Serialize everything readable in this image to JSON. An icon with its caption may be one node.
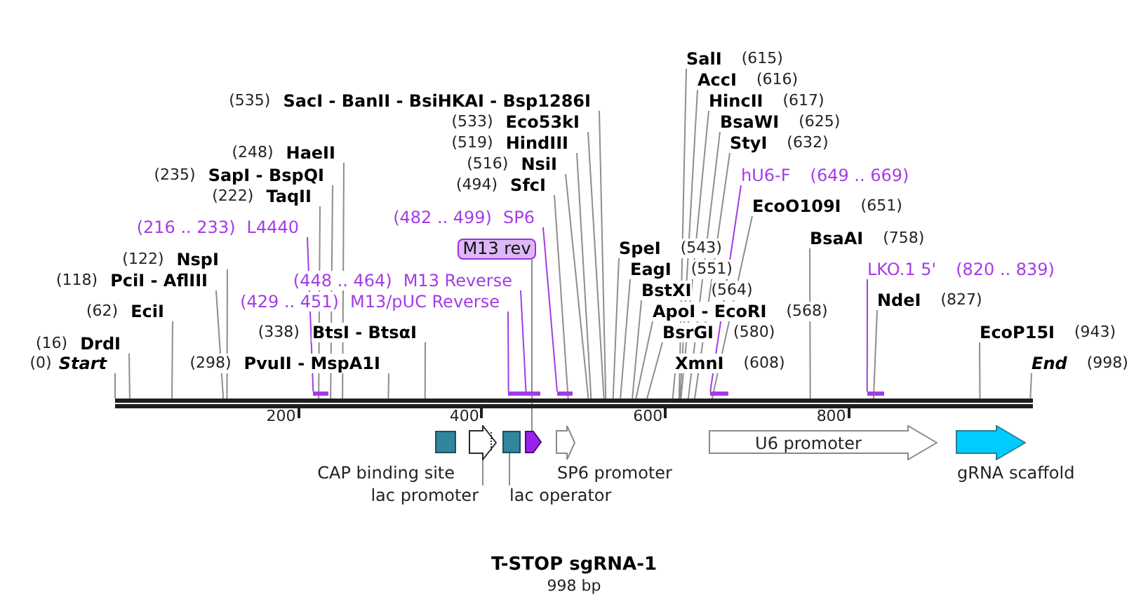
{
  "diagram": {
    "title": "T-STOP sgRNA-1",
    "caption": "998 bp",
    "nodes": [
      {
        "text": [
          "SalI",
          "(615)"
        ]
      },
      {
        "text": [
          "AccI",
          "(616)"
        ]
      },
      {
        "text": [
          "(535)",
          "SacI - BanII - BsiHKAI - Bsp1286I"
        ]
      },
      {
        "text": [
          "HincII",
          "(617)"
        ]
      },
      {
        "text": [
          "(533)",
          "Eco53kI"
        ]
      },
      {
        "text": [
          "BsaWI",
          "(625)"
        ]
      },
      {
        "text": [
          "StyI",
          "(632)"
        ]
      },
      {
        "text": [
          "(519)",
          "HindIII"
        ]
      },
      {
        "text": [
          "(248)",
          "HaeII"
        ]
      },
      {
        "text": [
          "(516)",
          "NsiI"
        ]
      },
      {
        "text": [
          "hU6-F",
          "(649 .. 669)"
        ]
      },
      {
        "text": [
          "(235)",
          "SapI - BspQI"
        ]
      },
      {
        "text": [
          "(494)",
          "SfcI"
        ]
      },
      {
        "text": [
          "(222)",
          "TaqII"
        ]
      },
      {
        "text": [
          "EcoO109I",
          "(651)"
        ]
      },
      {
        "text": [
          "(482 .. 499)",
          "SP6"
        ]
      },
      {
        "text": [
          "(216 .. 233)",
          "L4440"
        ]
      },
      {
        "text": [
          "BsaAI",
          "(758)"
        ]
      },
      {
        "text": [
          "SpeI",
          "(543)"
        ]
      },
      {
        "text": [
          "M13 rev"
        ]
      },
      {
        "text": [
          "(122)",
          "NspI"
        ]
      },
      {
        "text": [
          "LKO.1 5'",
          "(820 .. 839)"
        ]
      },
      {
        "text": [
          "EagI",
          "(551)"
        ]
      },
      {
        "text": [
          "(118)",
          "PciI - AflIII"
        ]
      },
      {
        "text": [
          "(448 .. 464)",
          "M13 Reverse"
        ]
      },
      {
        "text": [
          "BstXI",
          "(564)"
        ]
      },
      {
        "text": [
          "(429 .. 451)",
          "M13/pUC Reverse"
        ]
      },
      {
        "text": [
          "NdeI",
          "(827)"
        ]
      },
      {
        "text": [
          "(62)",
          "EciI"
        ]
      },
      {
        "text": [
          "ApoI - EcoRI",
          "(568)"
        ]
      },
      {
        "text": [
          "(338)",
          "BtsI - BtsαI"
        ]
      },
      {
        "text": [
          "BsrGI",
          "(580)"
        ]
      },
      {
        "text": [
          "EcoP15I",
          "(943)"
        ]
      },
      {
        "text": [
          "(16)",
          "DrdI"
        ]
      },
      {
        "text": [
          "(0)",
          "Start"
        ]
      },
      {
        "text": [
          "(298)",
          "PvuII - MspA1I"
        ]
      },
      {
        "text": [
          "XmnI",
          "(608)"
        ]
      },
      {
        "text": [
          "End",
          "(998)"
        ]
      },
      {
        "text": [],
        "shape": "bar"
      },
      {
        "text": [],
        "shape": "bar"
      },
      {
        "text": [],
        "shape": "bar"
      },
      {
        "text": [],
        "shape": "bar"
      },
      {
        "text": [],
        "shape": "bar"
      },
      {
        "text": [],
        "shape": "bar"
      },
      {
        "text": [],
        "shape": "bar"
      },
      {
        "text": [
          "CAP binding site"
        ]
      },
      {
        "text": [],
        "shape": "arrow"
      },
      {
        "text": [],
        "shape": "box"
      },
      {
        "text": [],
        "shape": "arrow"
      },
      {
        "text": [
          "SP6 promoter"
        ]
      },
      {
        "text": [
          "U6 promoter"
        ]
      },
      {
        "text": [
          "gRNA scaffold"
        ]
      },
      {
        "text": [
          "lac promoter"
        ]
      },
      {
        "text": [
          "lac operator"
        ]
      }
    ],
    "edges": [
      {
        "from": 0,
        "to": 38,
        "arrow": "none"
      },
      {
        "from": 1,
        "to": 38,
        "arrow": "none"
      },
      {
        "from": 2,
        "to": 38,
        "arrow": "none"
      },
      {
        "from": 3,
        "to": 38,
        "arrow": "none"
      },
      {
        "from": 4,
        "to": 38,
        "arrow": "none"
      },
      {
        "from": 5,
        "to": 38,
        "arrow": "none"
      },
      {
        "from": 6,
        "to": 38,
        "arrow": "none"
      },
      {
        "from": 7,
        "to": 38,
        "arrow": "none"
      },
      {
        "from": 8,
        "to": 38,
        "arrow": "none"
      },
      {
        "from": 9,
        "to": 38,
        "arrow": "none"
      },
      {
        "from": 11,
        "to": 38,
        "arrow": "none"
      },
      {
        "from": 12,
        "to": 38,
        "arrow": "none"
      },
      {
        "from": 13,
        "to": 38,
        "arrow": "none"
      },
      {
        "from": 14,
        "to": 38,
        "arrow": "none"
      },
      {
        "from": 17,
        "to": 38,
        "arrow": "none"
      },
      {
        "from": 18,
        "to": 38,
        "arrow": "none"
      },
      {
        "from": 20,
        "to": 38,
        "arrow": "none"
      },
      {
        "from": 22,
        "to": 38,
        "arrow": "none"
      },
      {
        "from": 23,
        "to": 38,
        "arrow": "none"
      },
      {
        "from": 25,
        "to": 38,
        "arrow": "none"
      },
      {
        "from": 27,
        "to": 38,
        "arrow": "none"
      },
      {
        "from": 28,
        "to": 38,
        "arrow": "none"
      },
      {
        "from": 29,
        "to": 38,
        "arrow": "none"
      },
      {
        "from": 30,
        "to": 38,
        "arrow": "none"
      },
      {
        "from": 31,
        "to": 38,
        "arrow": "none"
      },
      {
        "from": 32,
        "to": 38,
        "arrow": "none"
      },
      {
        "from": 33,
        "to": 38,
        "arrow": "none"
      },
      {
        "from": 34,
        "to": 38,
        "arrow": "none"
      },
      {
        "from": 35,
        "to": 38,
        "arrow": "none"
      },
      {
        "from": 36,
        "to": 38,
        "arrow": "none"
      },
      {
        "from": 37,
        "to": 38,
        "arrow": "none"
      },
      {
        "from": 16,
        "to": 39,
        "arrow": "none",
        "color": "#a33ce6"
      },
      {
        "from": 26,
        "to": 40,
        "arrow": "none",
        "color": "#a33ce6"
      },
      {
        "from": 24,
        "to": 41,
        "arrow": "none",
        "color": "#a33ce6"
      },
      {
        "from": 15,
        "to": 42,
        "arrow": "none",
        "color": "#a33ce6"
      },
      {
        "from": 10,
        "to": 43,
        "arrow": "none",
        "color": "#a33ce6"
      },
      {
        "from": 21,
        "to": 44,
        "arrow": "none",
        "color": "#a33ce6"
      },
      {
        "from": 19,
        "to": 48,
        "arrow": "none"
      },
      {
        "from": 52,
        "to": 46,
        "arrow": "none"
      },
      {
        "from": 53,
        "to": 47,
        "arrow": "none"
      }
    ],
    "labels": [
      "200",
      "400",
      "600",
      "800"
    ]
  }
}
